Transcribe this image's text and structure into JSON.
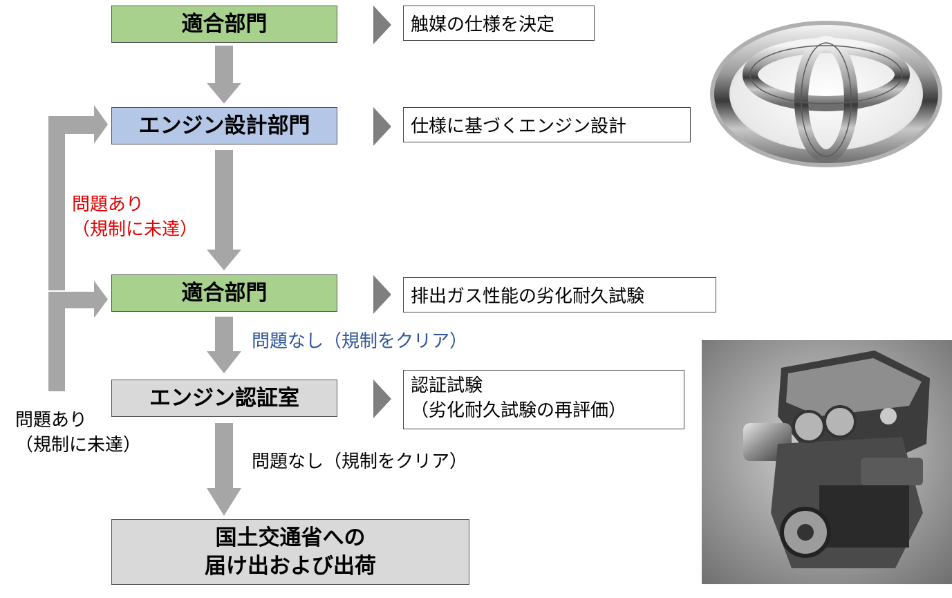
{
  "flow": {
    "step1": {
      "label": "適合部門",
      "description": "触媒の仕様を決定"
    },
    "step2": {
      "label": "エンジン設計部門",
      "description": "仕様に基づくエンジン設計"
    },
    "step3": {
      "label": "適合部門",
      "description": "排出ガス性能の劣化耐久試験"
    },
    "step4": {
      "label": "エンジン認証室",
      "description_line1": "認証試験",
      "description_line2": "（劣化耐久試験の再評価）"
    },
    "step5": {
      "label_line1": "国土交通省への",
      "label_line2": "届け出および出荷"
    }
  },
  "notes": {
    "loop1_line1": "問題あり",
    "loop1_line2": "（規制に未達）",
    "pass1": "問題なし（規制をクリア）",
    "loop2_line1": "問題あり",
    "loop2_line2": "（規制に未達）",
    "pass2": "問題なし（規制をクリア）"
  },
  "colors": {
    "dept_green": "#a9d18e",
    "dept_blue": "#b4c7e7",
    "box_grey": "#d9d9d9",
    "arrow_grey": "#a6a6a6",
    "pointer_grey": "#7f7f7f",
    "problem_red": "#e00000",
    "pass_navy": "#2f5597"
  },
  "images": {
    "logo": "toyota-emblem",
    "engine": "engine-photo"
  }
}
